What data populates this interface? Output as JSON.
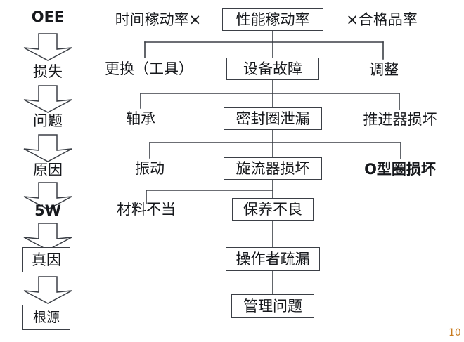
{
  "diagram": {
    "title_chain_label": "OEE",
    "page_number": "10",
    "line_color": "#3b3f46",
    "text_color": "#16181c",
    "accent_color": "#c87a1e",
    "left_chain": [
      {
        "text": "OEE",
        "style": "bold-plain"
      },
      {
        "text": "arrow-down",
        "style": "arrow"
      },
      {
        "text": "损失",
        "style": "plain"
      },
      {
        "text": "arrow-down",
        "style": "arrow"
      },
      {
        "text": "问题",
        "style": "plain"
      },
      {
        "text": "arrow-down",
        "style": "arrow"
      },
      {
        "text": "原因",
        "style": "plain"
      },
      {
        "text": "arrow-down",
        "style": "arrow"
      },
      {
        "text": "5W",
        "style": "bold-plain"
      },
      {
        "text": "arrow-down",
        "style": "arrow"
      },
      {
        "text": "真因",
        "style": "boxed"
      },
      {
        "text": "arrow-down",
        "style": "arrow"
      },
      {
        "text": "根源",
        "style": "boxed"
      }
    ],
    "rows": [
      {
        "level": "oee-formula",
        "left": "时间稼动率×",
        "center": "性能稼动率",
        "right": "×合格品率",
        "left_boxed": false,
        "center_boxed": true,
        "right_boxed": false
      },
      {
        "level": "loss",
        "left": "更换（工具）",
        "center": "设备故障",
        "right": "调整",
        "left_boxed": false,
        "center_boxed": true,
        "right_boxed": false
      },
      {
        "level": "problem",
        "left": "轴承",
        "center": "密封圈泄漏",
        "right": "推进器损坏",
        "left_boxed": false,
        "center_boxed": true,
        "right_boxed": false
      },
      {
        "level": "cause",
        "left": "振动",
        "center": "旋流器损坏",
        "right": "O型圈损坏",
        "left_boxed": false,
        "center_boxed": true,
        "right_boxed": false,
        "right_bold": true
      },
      {
        "level": "why-1",
        "left": "材料不当",
        "center": "保养不良",
        "right": "",
        "left_boxed": false,
        "center_boxed": true,
        "right_boxed": false
      },
      {
        "level": "why-2",
        "left": "",
        "center": "操作者疏漏",
        "right": "",
        "left_boxed": false,
        "center_boxed": true,
        "right_boxed": false
      },
      {
        "level": "root",
        "left": "",
        "center": "管理问题",
        "right": "",
        "left_boxed": false,
        "center_boxed": true,
        "right_boxed": false
      }
    ]
  }
}
